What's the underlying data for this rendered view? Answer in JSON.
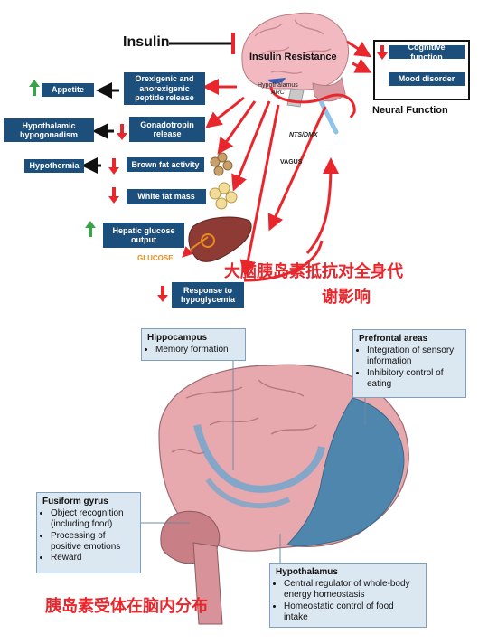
{
  "top_diagram": {
    "insulin": "Insulin",
    "insulin_resistance": "Insulin Resistance",
    "hypothalamus": "Hypothalamus",
    "arc": "ARC",
    "nts_dmx": "NTS/DMX",
    "vagus": "VAGUS",
    "glucose": "GLUCOSE",
    "neural_function": {
      "title": "Neural Function",
      "items": [
        "Cognitive function",
        "Mood disorder"
      ]
    },
    "boxes": {
      "orexigenic": "Orexigenic and anorexigenic peptide release",
      "appetite": "Appetite",
      "gonadotropin": "Gonadotropin release",
      "hypogonadism": "Hypothalamic hypogonadism",
      "brown_fat": "Brown fat activity",
      "hypothermia": "Hypothermia",
      "white_fat": "White fat mass",
      "hepatic": "Hepatic glucose output",
      "hypoglycemia": "Response to hypoglycemia"
    },
    "caption": [
      "大脑胰岛素抵抗对全身代",
      "谢影响"
    ]
  },
  "bottom_diagram": {
    "hippocampus": {
      "title": "Hippocampus",
      "items": [
        "Memory formation"
      ]
    },
    "prefrontal": {
      "title": "Prefrontal areas",
      "items": [
        "Integration of sensory information",
        "Inhibitory control of eating"
      ]
    },
    "fusiform": {
      "title": "Fusiform gyrus",
      "items": [
        "Object recognition (including food)",
        "Processing of positive emotions",
        "Reward"
      ]
    },
    "hypothalamus": {
      "title": "Hypothalamus",
      "items": [
        "Central regulator of whole-body energy homeostasis",
        "Homeostatic control of food intake"
      ]
    },
    "caption": "胰岛素受体在脑内分布"
  },
  "colors": {
    "box": "#1d4f7c",
    "red": "#e8262b",
    "green": "#3aa34a",
    "brain_pink": "#e8a9ae",
    "brain_blue": "#4f86ad",
    "annotation_bg": "#dbe7f1"
  }
}
